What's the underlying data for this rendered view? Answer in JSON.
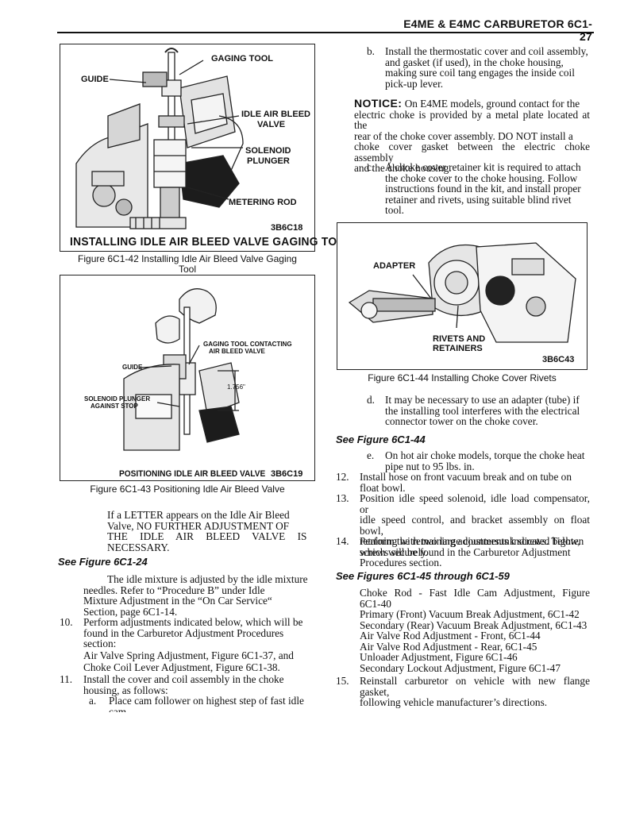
{
  "header": {
    "title": "E4ME & E4MC CARBURETOR 6C1-27"
  },
  "fig42": {
    "label_gaging_tool": "GAGING TOOL",
    "label_guide": "GUIDE",
    "label_idle_air_bleed_1": "IDLE AIR BLEED",
    "label_idle_air_bleed_2": "VALVE",
    "label_solenoid_1": "SOLENOID",
    "label_solenoid_2": "PLUNGER",
    "label_metering_rod": "METERING ROD",
    "code": "3B6C18",
    "title": "INSTALLING IDLE AIR BLEED VALVE GAGING TOOL",
    "caption_1": "Figure 6C1-42 Installing Idle Air Bleed Valve Gaging",
    "caption_2": "Tool"
  },
  "fig43": {
    "label_contact_1": "GAGING TOOL CONTACTING",
    "label_contact_2": "AIR BLEED VALVE",
    "label_guide": "GUIDE",
    "label_dimension": "1.756\"",
    "label_solenoid_1": "SOLENOID PLUNGER",
    "label_solenoid_2": "AGAINST STOP",
    "title": "POSITIONING IDLE AIR BLEED VALVE",
    "code": "3B6C19",
    "caption": "Figure 6C1-43 Positioning Idle Air Bleed Valve"
  },
  "fig44": {
    "label_adapter": "ADAPTER",
    "label_rivets_1": "RIVETS AND",
    "label_rivets_2": "RETAINERS",
    "code": "3B6C43",
    "caption": "Figure 6C1-44 Installing Choke Cover Rivets"
  },
  "left_col": {
    "letter_note": [
      "If a LETTER appears on the Idle Air Bleed",
      "Valve, NO FURTHER ADJUSTMENT OF",
      "THE IDLE AIR BLEED VALVE IS",
      "NECESSARY."
    ],
    "see_24": "See Figure 6C1-24",
    "mixture": [
      "The idle mixture is adjusted by the idle mixture",
      "needles. Refer to “Procedure B” under Idle",
      "Mixture Adjustment in the “On Car Service“",
      "Section, page 6C1-14."
    ],
    "step10_num": "10.",
    "step10": [
      "Perform adjustments indicated below, which will be",
      "found in the Carburetor Adjustment Procedures",
      "section:"
    ],
    "step10_refs": [
      "Air Valve Spring Adjustment, Figure 6C1-37, and",
      "Choke Coil Lever Adjustment, Figure 6C1-38."
    ],
    "step11_num": "11.",
    "step11": [
      "Install the cover and coil assembly in the choke",
      "housing, as follows:"
    ],
    "step11a_num": "a.",
    "step11a": [
      "Place cam follower on highest step of fast idle",
      "cam."
    ]
  },
  "right_col": {
    "b_num": "b.",
    "b": [
      "Install the thermostatic cover and coil assembly,",
      "and gasket (if used), in the choke housing,",
      "making sure coil tang engages the inside coil",
      "pick-up lever."
    ],
    "notice_head": "NOTICE:",
    "notice": [
      "On E4ME models, ground contact for the",
      "electric choke is provided by a metal plate located at the",
      "rear of the choke cover assembly. DO NOT install a",
      "choke cover gasket between the electric choke assembly",
      "and the choke housing."
    ],
    "c_num": "c.",
    "c": [
      "A choke cover retainer kit is required to attach",
      "the choke cover to the choke housing. Follow",
      "instructions found in the kit, and install proper",
      "retainer and rivets, using suitable blind rivet",
      "tool."
    ],
    "d_num": "d.",
    "d": [
      "It may be necessary to use an adapter (tube) if",
      "the installing tool interferes with the electrical",
      "connector tower on the choke cover."
    ],
    "see_44": "See Figure 6C1-44",
    "e_num": "e.",
    "e": [
      "On hot air choke models, torque the choke heat",
      "pipe nut to 95 lbs. in."
    ],
    "s12_num": "12.",
    "s12": [
      "Install hose on front vacuum break and on tube on",
      "float bowl."
    ],
    "s13_num": "13.",
    "s13": [
      "Position idle speed solenoid, idle load compensator, or",
      "idle speed control, and bracket assembly on float bowl,",
      "retaining with two large countersunk screws. Tighten",
      "screws securely."
    ],
    "s14_num": "14.",
    "s14": [
      "Perform the remaining adjustments indicated below,",
      "which will be found in the Carburetor Adjustment",
      "Procedures section."
    ],
    "see_45": "See Figures 6C1-45 through 6C1-59",
    "adjustments": [
      "Choke Rod - Fast Idle Cam Adjustment, Figure",
      "6C1-40",
      "Primary (Front) Vacuum Break Adjustment, 6C1-42",
      "Secondary (Rear) Vacuum Break Adjustment, 6C1-43",
      "Air Valve Rod Adjustment - Front, 6C1-44",
      "Air Valve Rod Adjustment - Rear, 6C1-45",
      "Unloader Adjustment, Figure 6C1-46",
      "Secondary Lockout Adjustment, Figure 6C1-47"
    ],
    "s15_num": "15.",
    "s15": [
      "Reinstall carburetor on vehicle with new flange gasket,",
      "following vehicle manufacturer’s directions."
    ]
  }
}
